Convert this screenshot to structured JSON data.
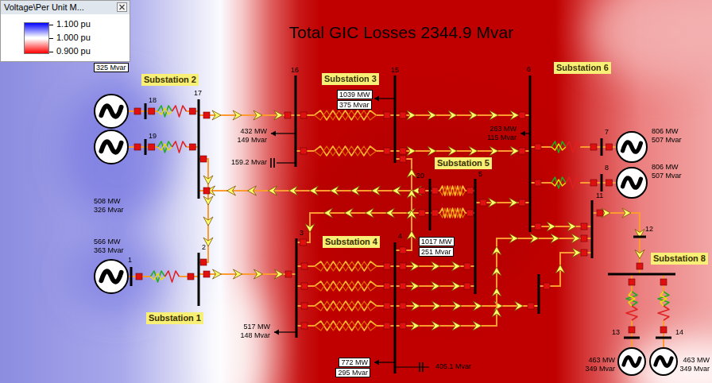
{
  "diagram": {
    "title": "Total GIC Losses 2344.9 Mvar",
    "nodes": [
      {
        "text": [
          "Substation 2"
        ]
      },
      {
        "text": [
          "Substation 3"
        ]
      },
      {
        "text": [
          "Substation 6"
        ]
      },
      {
        "text": [
          "Substation 5"
        ]
      },
      {
        "text": [
          "Substation 4"
        ]
      },
      {
        "text": [
          "Substation 8"
        ]
      },
      {
        "text": [
          "Substation 1"
        ]
      }
    ],
    "labels": [
      "Voltage\\Per Unit M...",
      "325 Mvar",
      "18",
      "19",
      "17",
      "508 MW",
      "326 Mvar",
      "566 MW",
      "363 Mvar",
      "1",
      "2",
      "16",
      "15",
      "1039 MW",
      "375 Mvar",
      "432 MW",
      "149 Mvar",
      "159.2 Mvar",
      "263 MW",
      "115 Mvar",
      "6",
      "7",
      "8",
      "806 MW",
      "507 Mvar",
      "806 MW",
      "507 Mvar",
      "20",
      "5",
      "11",
      "12",
      "3",
      "4",
      "1017 MW",
      "251 Mvar",
      "517 MW",
      "148 Mvar",
      "772 MW",
      "295 Mvar",
      "405.1 Mvar",
      "13",
      "14",
      "463 MW",
      "349 Mvar",
      "463 MW",
      "349 Mvar"
    ],
    "legend": [
      {
        "text": "1.100 pu",
        "color": "#0000ff"
      },
      {
        "text": "1.000 pu",
        "color": "#ffffff"
      },
      {
        "text": "0.900 pu",
        "color": "#ff0000"
      }
    ]
  }
}
